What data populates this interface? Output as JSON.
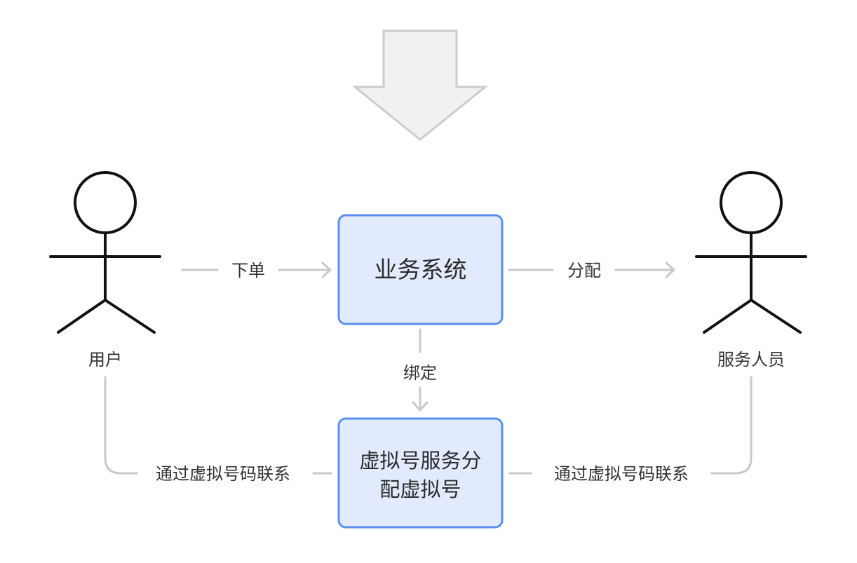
{
  "actors": {
    "user": "用户",
    "staff": "服务人员"
  },
  "nodes": {
    "business_system": "业务系统",
    "virtual_number_line1": "虚拟号服务分",
    "virtual_number_line2": "配虚拟号"
  },
  "edges": {
    "order": "下单",
    "assign": "分配",
    "bind": "绑定",
    "contact_left": "通过虚拟号码联系",
    "contact_right": "通过虚拟号码联系"
  },
  "colors": {
    "node_fill": "#e2ebfe",
    "node_border": "#5a8ef0",
    "connector": "#c9c9c9",
    "actor": "#111111"
  }
}
